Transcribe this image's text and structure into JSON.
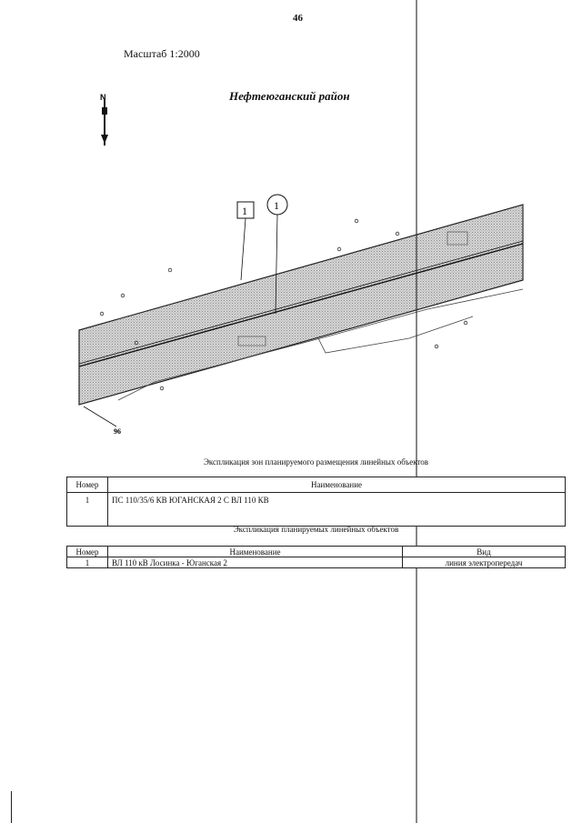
{
  "page": {
    "number": "46"
  },
  "header": {
    "scale": "Масштаб 1:2000",
    "region": "Нефтеюганский район"
  },
  "map": {
    "north_arrow_letter": "N",
    "callout_square": "1",
    "callout_circle": "1",
    "segment_label": "96",
    "colors": {
      "zone_fill": "#bdbdbd",
      "line": "#111111",
      "paper": "#ffffff"
    }
  },
  "zones_table": {
    "title": "Экспликация зон планируемого размещения линейных объектов",
    "headers": [
      "Номер",
      "Наименование"
    ],
    "rows": [
      [
        "1",
        "ПС 110/35/6 КВ ЮГАНСКАЯ 2 С ВЛ 110 КВ"
      ]
    ]
  },
  "objects_table": {
    "title": "Экспликация планируемых линейных объектов",
    "headers": [
      "Номер",
      "Наименование",
      "Вид"
    ],
    "rows": [
      [
        "1",
        "ВЛ 110 кВ Лосинка - Юганская 2",
        "линия электропередач"
      ]
    ]
  }
}
